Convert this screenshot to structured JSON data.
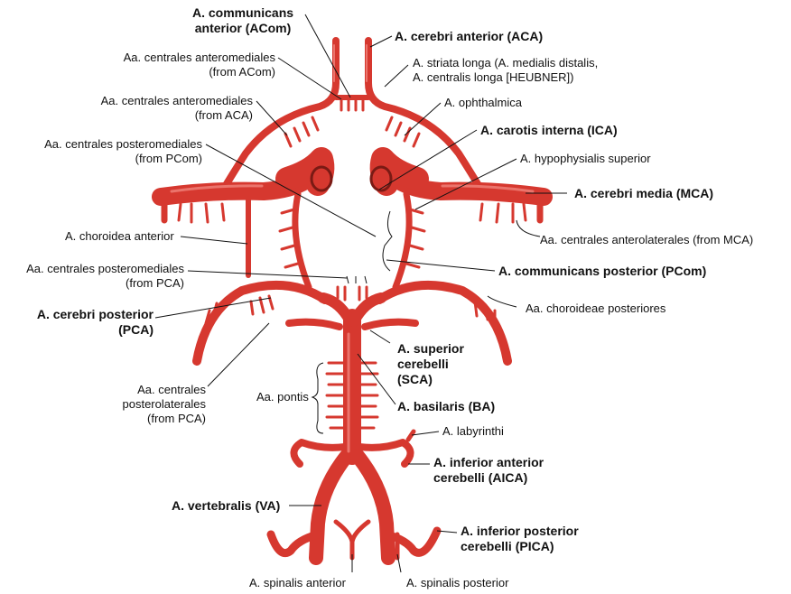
{
  "labels": {
    "acom": "A. communicans\nanterior (ACom)",
    "aca": "A. cerebri anterior (ACA)",
    "am_acom": "Aa. centrales anteromediales\n(from ACom)",
    "striata": "A. striata longa (A. medialis distalis,\nA. centralis longa [HEUBNER])",
    "am_aca": "Aa. centrales anteromediales\n(from ACA)",
    "ophthalmica": "A. ophthalmica",
    "ica": "A. carotis interna (ICA)",
    "pm_pcom": "Aa. centrales posteromediales\n(from PCom)",
    "hypophysialis": "A. hypophysialis superior",
    "mca": "A. cerebri media (MCA)",
    "choroidea_ant": "A. choroidea anterior",
    "al_mca": "Aa. centrales anterolaterales (from MCA)",
    "pm_pca": "Aa. centrales posteromediales\n(from PCA)",
    "pcom": "A. communicans posterior (PCom)",
    "choroideae_post": "Aa. choroideae posteriores",
    "pca": "A. cerebri posterior\n(PCA)",
    "sca": "A. superior\ncerebelli\n(SCA)",
    "pl_pca": "Aa. centrales\nposterolaterales\n(from PCA)",
    "pontis": "Aa. pontis",
    "ba": "A. basilaris (BA)",
    "labyrinthi": "A. labyrinthi",
    "aica": "A. inferior anterior\ncerebelli (AICA)",
    "va": "A. vertebralis (VA)",
    "pica": "A. inferior posterior\ncerebelli (PICA)",
    "spinalis_ant": "A. spinalis anterior",
    "spinalis_post": "A. spinalis posterior"
  },
  "colors": {
    "artery": "#d6382f",
    "highlight": "#f0837c",
    "lumen": "#7a1a14",
    "text": "#111111"
  }
}
